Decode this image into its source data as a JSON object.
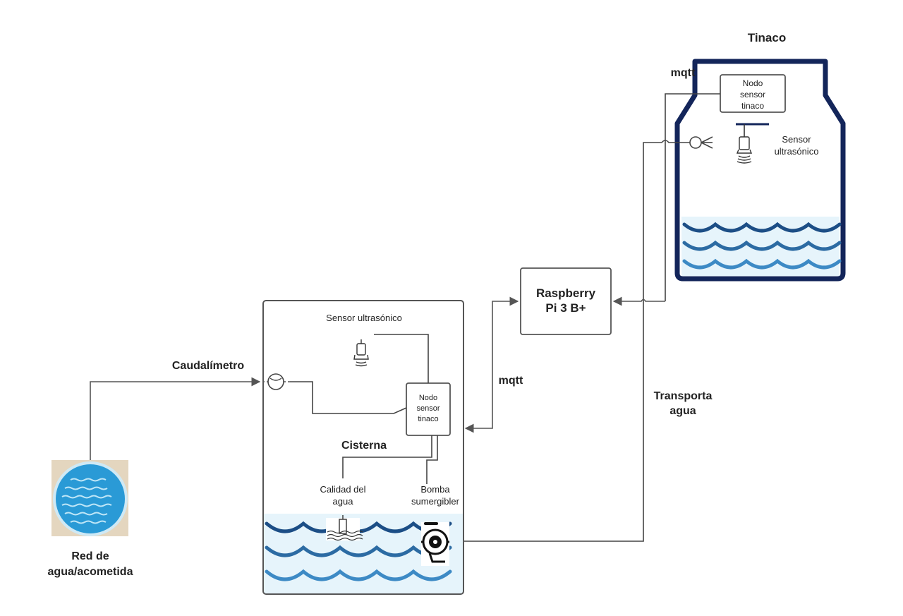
{
  "labels": {
    "tinaco_title": "Tinaco",
    "mqtt_top": "mqtt",
    "node_top": [
      "Nodo",
      "sensor",
      "tinaco"
    ],
    "sensor_top": [
      "Sensor",
      "ultrasónico"
    ],
    "raspberry": [
      "Raspberry",
      "Pi 3 B+"
    ],
    "sensor_cistern": "Sensor ultrasónico",
    "caudalimetro": "Caudalímetro",
    "node_cistern": [
      "Nodo",
      "sensor",
      "tinaco"
    ],
    "mqtt_mid": "mqtt",
    "transporta": [
      "Transporta",
      "agua"
    ],
    "cisterna": "Cisterna",
    "calidad": [
      "Calidad del",
      "agua"
    ],
    "bomba": [
      "Bomba",
      "sumergibler"
    ],
    "red": [
      "Red de",
      "agua/acometida"
    ]
  },
  "colors": {
    "tank_outline": "#13255a",
    "wave_dark": "#1c4e86",
    "wave_mid": "#2c6ba3",
    "wave_light": "#3d8ac5",
    "water_bg": "#e6f4fb",
    "pool_blue": "#2a9ad6",
    "pool_ring": "#cfe9f5",
    "pool_bg": "#e4d6bf",
    "wire": "#555555"
  },
  "icons": [
    "ultrasonic-sensor-icon",
    "flowmeter-icon",
    "water-quality-probe-icon",
    "submersible-pump-icon",
    "water-pool-icon",
    "water-tank-icon"
  ]
}
